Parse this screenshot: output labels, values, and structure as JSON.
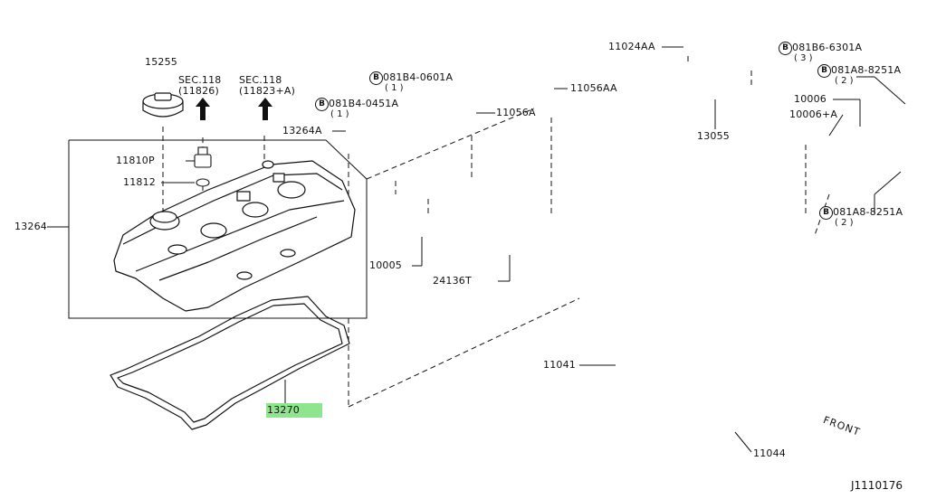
{
  "labels": {
    "p15255": "15255",
    "sec118a": "SEC.118",
    "sec118a_sub": "(11826)",
    "sec118b": "SEC.118",
    "sec118b_sub": "(11823+A)",
    "p11810p": "11810P",
    "p11812": "11812",
    "p13264": "13264",
    "p13264a": "13264A",
    "p13270": "13270",
    "bolt_0451a": "081B4-0451A",
    "bolt_0451a_qty": "( 1 )",
    "bolt_0601a": "081B4-0601A",
    "bolt_0601a_qty": "( 1 )",
    "p11056a": "11056A",
    "p11056aa": "11056AA",
    "p10005": "10005",
    "p24136t": "24136T",
    "p11024aa": "11024AA",
    "p13055": "13055",
    "bolt_6301a": "081B6-6301A",
    "bolt_6301a_qty": "( 3 )",
    "bolt_8251a_top": "081A8-8251A",
    "bolt_8251a_top_qty": "( 2 )",
    "p10006": "10006",
    "p10006a": "10006+A",
    "bolt_8251a_bot": "081A8-8251A",
    "bolt_8251a_bot_qty": "( 2 )",
    "p11041": "11041",
    "p11044": "11044",
    "bolt_symbol": "B",
    "front": "FRONT",
    "ref_code": "J1110176"
  },
  "colors": {
    "highlight": "#8ee58e",
    "ink": "#111111"
  },
  "icons": {
    "arrow": "up-arrow-icon",
    "front_arrow": "front-direction-arrow-icon"
  }
}
